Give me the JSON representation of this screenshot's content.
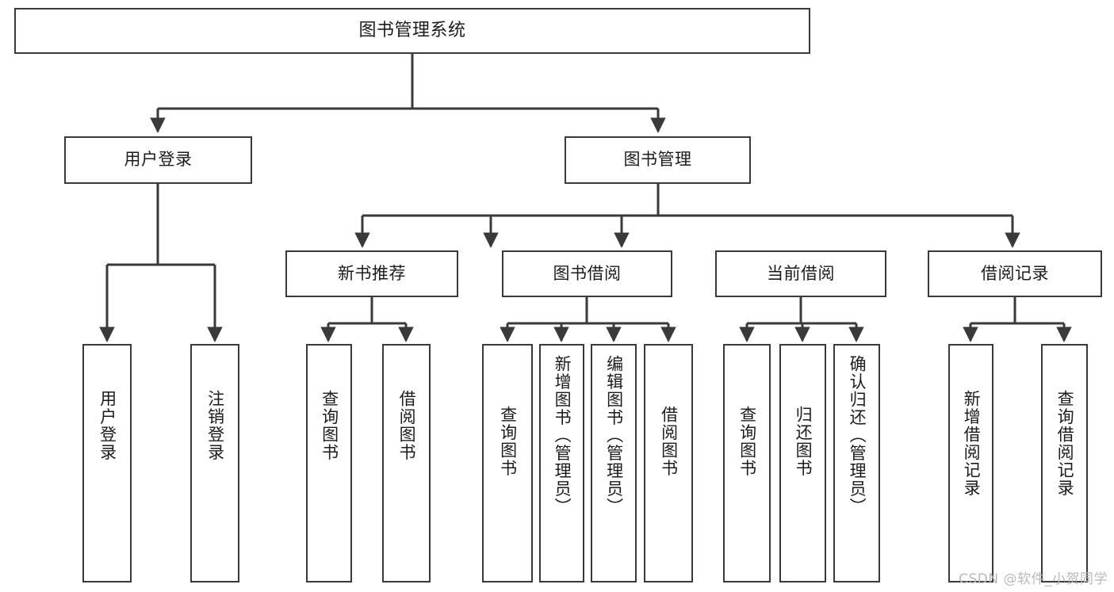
{
  "diagram": {
    "type": "tree",
    "title": "图书管理系统",
    "watermark": "CSDN @软件_小贺同学",
    "colors": {
      "box_border": "#3a3a3a",
      "box_fill": "#ffffff",
      "connector": "#3a3a3a",
      "text": "#1b1b1b",
      "watermark": "#b9b9b9",
      "background": "#ffffff"
    }
  },
  "root": {
    "label": "图书管理系统"
  },
  "level2": [
    {
      "label": "用户登录"
    },
    {
      "label": "图书管理"
    }
  ],
  "level3": [
    {
      "label": "新书推荐"
    },
    {
      "label": "图书借阅"
    },
    {
      "label": "当前借阅"
    },
    {
      "label": "借阅记录"
    }
  ],
  "leaves": {
    "user_login": [
      {
        "label": "用户登录"
      },
      {
        "label": "注销登录"
      }
    ],
    "new_book": [
      {
        "label": "查询图书"
      },
      {
        "label": "借阅图书"
      }
    ],
    "borrow": [
      {
        "label": "查询图书"
      },
      {
        "label": "新增图书（管理员）"
      },
      {
        "label": "编辑图书（管理员）"
      },
      {
        "label": "借阅图书"
      }
    ],
    "current": [
      {
        "label": "查询图书"
      },
      {
        "label": "归还图书"
      },
      {
        "label": "确认归还（管理员）"
      }
    ],
    "records": [
      {
        "label": "新增借阅记录"
      },
      {
        "label": "查询借阅记录"
      }
    ]
  }
}
